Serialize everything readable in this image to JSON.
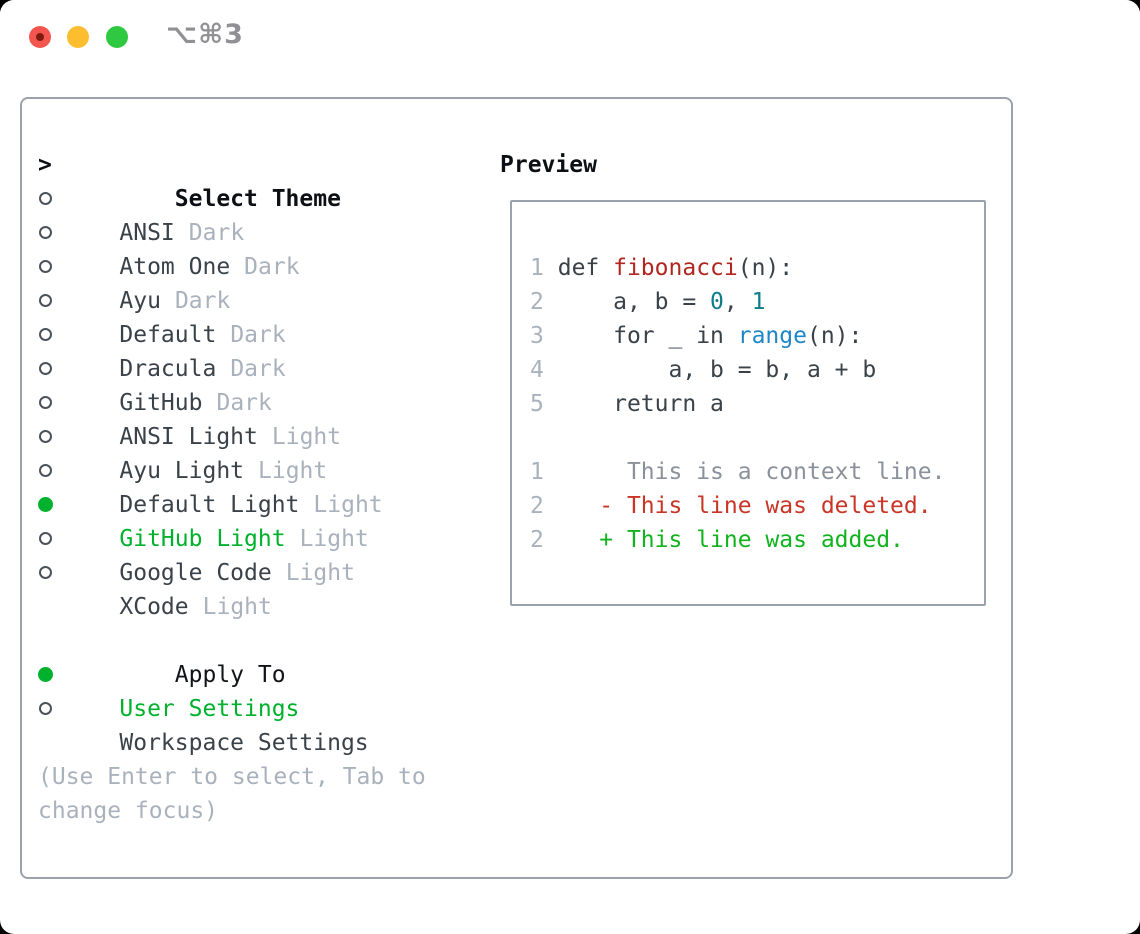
{
  "window": {
    "title": "⌥⌘3",
    "traffic_lights": {
      "close_color": "#f4564f",
      "close_dot_color": "#7d1b10",
      "minimize_color": "#fcbd2f",
      "zoom_color": "#2ec940"
    }
  },
  "theme_panel": {
    "header": {
      "prompt": ">",
      "label": "Select Theme"
    },
    "themes": [
      {
        "name": "ANSI",
        "variant": "Dark",
        "selected": false
      },
      {
        "name": "Atom One",
        "variant": "Dark",
        "selected": false
      },
      {
        "name": "Ayu",
        "variant": "Dark",
        "selected": false
      },
      {
        "name": "Default",
        "variant": "Dark",
        "selected": false
      },
      {
        "name": "Dracula",
        "variant": "Dark",
        "selected": false
      },
      {
        "name": "GitHub",
        "variant": "Dark",
        "selected": false
      },
      {
        "name": "ANSI Light",
        "variant": "Light",
        "selected": false
      },
      {
        "name": "Ayu Light",
        "variant": "Light",
        "selected": false
      },
      {
        "name": "Default Light",
        "variant": "Light",
        "selected": false
      },
      {
        "name": "GitHub Light",
        "variant": "Light",
        "selected": true
      },
      {
        "name": "Google Code",
        "variant": "Light",
        "selected": false
      },
      {
        "name": "XCode",
        "variant": "Light",
        "selected": false
      }
    ],
    "apply_to": {
      "label": "Apply To",
      "options": [
        {
          "label": "User Settings",
          "selected": true
        },
        {
          "label": "Workspace Settings",
          "selected": false
        }
      ]
    },
    "help_lines": [
      "(Use Enter to select, Tab to",
      "change focus)"
    ]
  },
  "preview": {
    "label": "Preview",
    "code_lines": [
      {
        "number": "1",
        "segments": [
          {
            "text": "def ",
            "style": "code"
          },
          {
            "text": "fibonacci",
            "style": "function"
          },
          {
            "text": "(n):",
            "style": "code"
          }
        ]
      },
      {
        "number": "2",
        "segments": [
          {
            "text": "    a, b = ",
            "style": "code"
          },
          {
            "text": "0",
            "style": "number"
          },
          {
            "text": ", ",
            "style": "code"
          },
          {
            "text": "1",
            "style": "number"
          }
        ]
      },
      {
        "number": "3",
        "segments": [
          {
            "text": "    for _ in ",
            "style": "code"
          },
          {
            "text": "range",
            "style": "builtin"
          },
          {
            "text": "(n):",
            "style": "code"
          }
        ]
      },
      {
        "number": "4",
        "segments": [
          {
            "text": "        a, b = b, a + b",
            "style": "code"
          }
        ]
      },
      {
        "number": "5",
        "segments": [
          {
            "text": "    return a",
            "style": "code"
          }
        ]
      }
    ],
    "diff_lines": [
      {
        "number": "1",
        "text": "     This is a context line.",
        "type": "context"
      },
      {
        "number": "2",
        "text": "   - This line was deleted.",
        "type": "deleted"
      },
      {
        "number": "2",
        "text": "   + This line was added.",
        "type": "added"
      }
    ]
  },
  "colors": {
    "selection_green": "#00b12d",
    "added_green": "#12b31f",
    "deleted_red": "#c93526",
    "function_red": "#b0271f",
    "number_teal": "#0d7e88",
    "builtin_blue": "#1f87c6",
    "muted_gray": "#a9b2bc",
    "context_gray": "#8a919a",
    "border_gray": "#9aa3ad",
    "text_dark": "#3a4249"
  }
}
